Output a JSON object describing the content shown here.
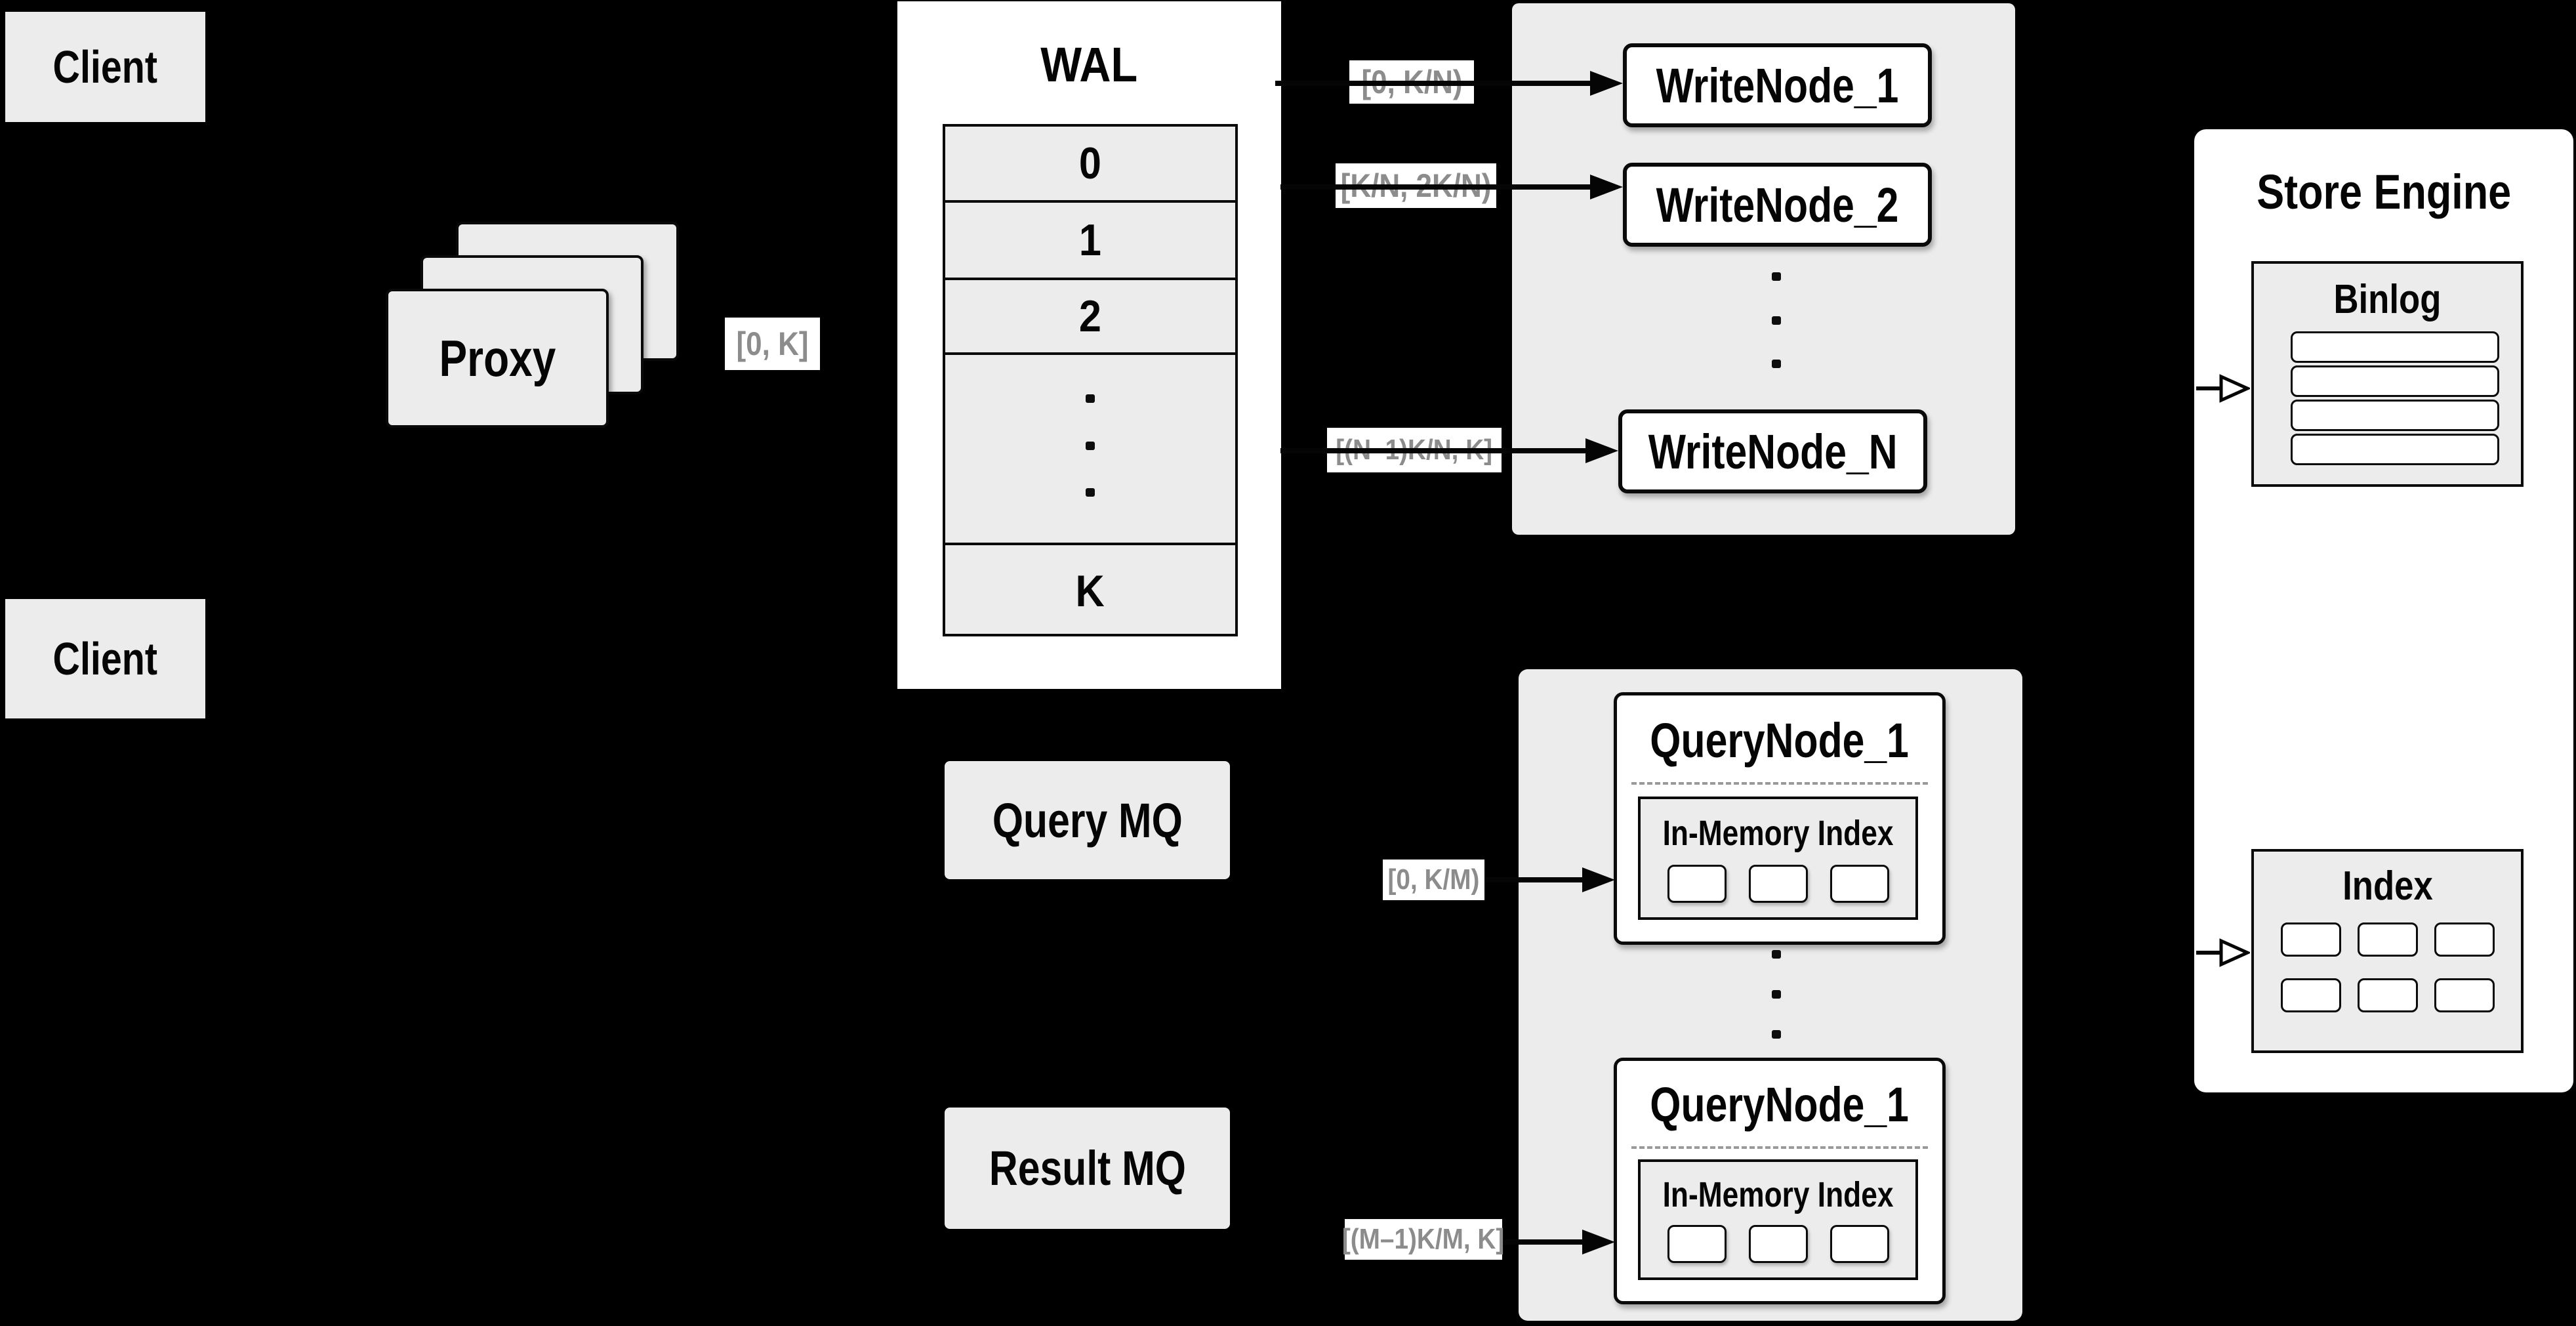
{
  "colors": {
    "background": "#000000",
    "panel": "#ffffff",
    "box_gray": "#ececec",
    "line_black": "#0a0a0a",
    "range_text": "#8c8c8c",
    "divider_dash": "#9a9a9a"
  },
  "clients": {
    "top_label": "Client",
    "bottom_label": "Client"
  },
  "proxy": {
    "label": "Proxy",
    "range": "[0, K]"
  },
  "wal": {
    "title": "WAL",
    "slots": [
      "0",
      "1",
      "2"
    ],
    "last_slot": "K"
  },
  "write_nodes": {
    "node_1": {
      "range": "[0, K/N)",
      "label": "WriteNode_1"
    },
    "node_2": {
      "range": "[K/N, 2K/N)",
      "label": "WriteNode_2"
    },
    "node_n": {
      "range": "[(N–1)K/N, K]",
      "label": "WriteNode_N"
    }
  },
  "mq": {
    "query_label": "Query MQ",
    "result_label": "Result MQ"
  },
  "query_nodes": {
    "node_1": {
      "range": "[0, K/M)",
      "label": "QueryNode_1",
      "inner_title": "In-Memory Index"
    },
    "node_m": {
      "range": "[(M–1)K/M, K]",
      "label": "QueryNode_1",
      "inner_title": "In-Memory Index"
    }
  },
  "store_engine": {
    "title": "Store Engine",
    "binlog_title": "Binlog",
    "index_title": "Index"
  }
}
